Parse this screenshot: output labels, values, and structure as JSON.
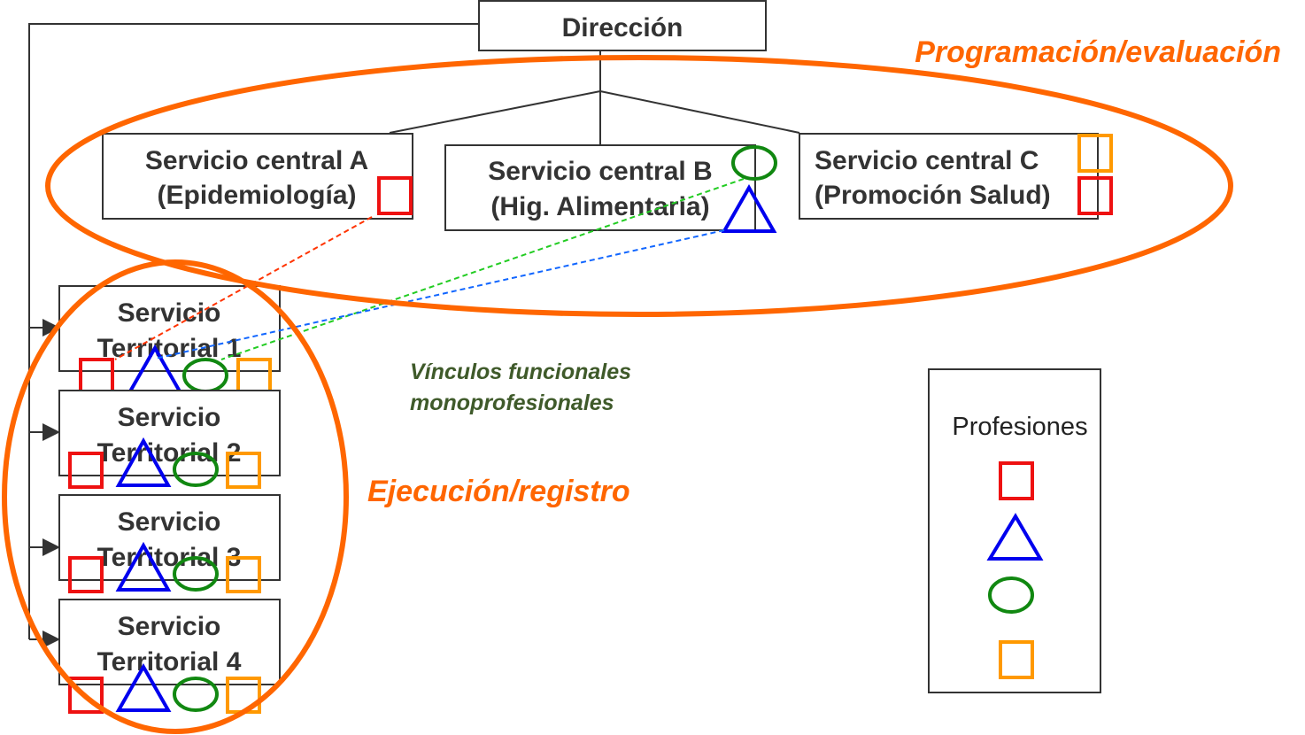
{
  "direction": "Dirección",
  "central": [
    {
      "line1": "Servicio central A",
      "line2": "(Epidemiología)"
    },
    {
      "line1": "Servicio central B",
      "line2": "(Hig. Alimentaria)"
    },
    {
      "line1": "Servicio central C",
      "line2": "(Promoción Salud)"
    }
  ],
  "territorial": [
    {
      "line1": "Servicio",
      "line2": "Territorial 1"
    },
    {
      "line1": "Servicio",
      "line2": "Territorial 2"
    },
    {
      "line1": "Servicio",
      "line2": "Territorial 3"
    },
    {
      "line1": "Servicio",
      "line2": "Territorial 4"
    }
  ],
  "labels": {
    "programming": "Programación/evaluación",
    "execution": "Ejecución/registro",
    "links_line1": "Vínculos funcionales",
    "links_line2": "monoprofesionales"
  },
  "legend": {
    "title": "Profesiones",
    "symbols": [
      "red-square",
      "blue-triangle",
      "green-ellipse",
      "orange-square"
    ]
  },
  "colors": {
    "red": "#ee1111",
    "blue": "#0000ee",
    "green": "#118811",
    "orange": "#ff9900",
    "highlight": "#ff6600",
    "link_text": "#3f5a2a"
  }
}
